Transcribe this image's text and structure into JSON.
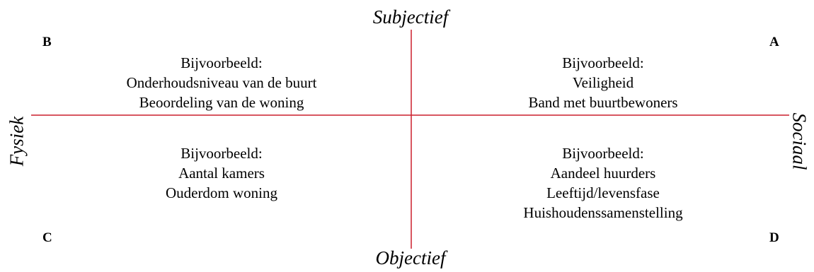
{
  "axes": {
    "top": "Subjectief",
    "bottom": "Objectief",
    "left": "Fysiek",
    "right": "Sociaal"
  },
  "corners": {
    "b": "B",
    "a": "A",
    "c": "C",
    "d": "D"
  },
  "quadrants": {
    "b": [
      "Bijvoorbeeld:",
      "Onderhoudsniveau van de buurt",
      "Beoordeling van de woning"
    ],
    "a": [
      "Bijvoorbeeld:",
      "Veiligheid",
      "Band met buurtbewoners"
    ],
    "c": [
      "Bijvoorbeeld:",
      "Aantal kamers",
      "Ouderdom woning"
    ],
    "d": [
      "Bijvoorbeeld:",
      "Aandeel huurders",
      "Leeftijd/levensfase",
      "Huishoudenssamenstelling"
    ]
  },
  "colors": {
    "axis_line": "#cc1f2b",
    "text": "#000000"
  }
}
